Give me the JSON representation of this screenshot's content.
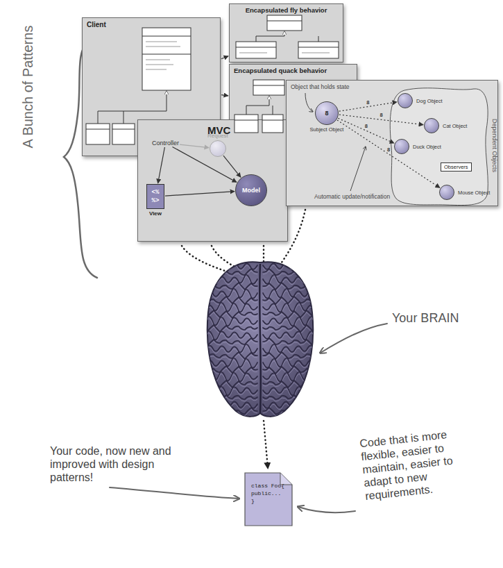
{
  "diagram": {
    "nodes": [
      {
        "text": [
          "Client"
        ]
      },
      {
        "text": [
          "Encapsulated fly behavior"
        ]
      },
      {
        "text": [
          "Encapsulated quack behavior"
        ]
      },
      {
        "text": [
          "MVC"
        ]
      },
      {
        "text": [
          "Controller"
        ],
        "in": 3
      },
      {
        "text": [
          "Request"
        ],
        "in": 3
      },
      {
        "text": [
          "<% %>",
          "View"
        ],
        "in": 3
      },
      {
        "text": [
          "Model"
        ],
        "in": 3
      },
      {
        "text": [
          "Object that holds state",
          "Automatic update/notification"
        ]
      },
      {
        "text": [
          "8",
          "Subject Object"
        ],
        "in": 8
      },
      {
        "text": [
          "Dependent Objects"
        ],
        "in": 8
      },
      {
        "text": [
          "Dog Object"
        ],
        "in": 10
      },
      {
        "text": [
          "Cat Object"
        ],
        "in": 10
      },
      {
        "text": [
          "Duck Object"
        ],
        "in": 10
      },
      {
        "text": [
          "Mouse Object"
        ],
        "in": 10
      },
      {
        "text": [
          "Observers"
        ],
        "in": 10
      },
      {
        "text": [
          "class Foo{ public... }"
        ]
      }
    ],
    "edges": [
      {
        "from": 0,
        "to": 1,
        "arrow": "to"
      },
      {
        "from": 0,
        "to": 2,
        "arrow": "to"
      },
      {
        "from": 4,
        "to": 6,
        "arrow": "to"
      },
      {
        "from": 4,
        "to": 5,
        "arrow": "to"
      },
      {
        "from": 5,
        "to": 7,
        "arrow": "to"
      },
      {
        "from": 4,
        "to": 7,
        "arrow": "to"
      },
      {
        "from": 6,
        "to": 7,
        "arrow": "to"
      },
      {
        "from": 9,
        "to": 11,
        "label": "8",
        "arrow": "to"
      },
      {
        "from": 9,
        "to": 12,
        "label": "8",
        "arrow": "to"
      },
      {
        "from": 9,
        "to": 13,
        "label": "8",
        "arrow": "to"
      },
      {
        "from": 9,
        "to": 14,
        "label": "8",
        "arrow": "to"
      }
    ],
    "labels": [
      "A Bunch of Patterns",
      "Your BRAIN",
      "Your code, now new and improved with design patterns!",
      "Code that is more flexible, easier to maintain, easier to adapt to new requirements."
    ]
  }
}
